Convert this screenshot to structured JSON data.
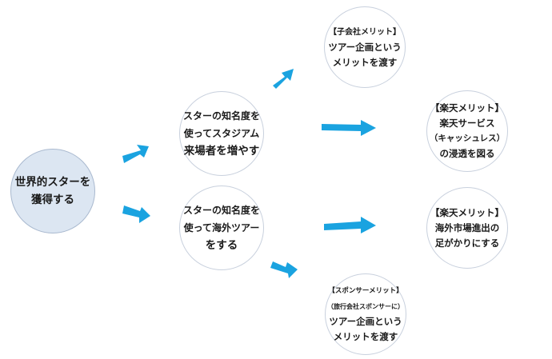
{
  "nodes": {
    "root": {
      "lines": [
        "世界的スターを",
        "獲得する"
      ]
    },
    "stadium": {
      "lines": [
        "スターの知名度を",
        "使ってスタジアム",
        "来場者を増やす"
      ]
    },
    "overseas": {
      "lines": [
        "スターの知名度を",
        "使って海外ツアー",
        "をする"
      ]
    },
    "subsidiary": {
      "lines": [
        "【子会社メリット】",
        "ツアー企画という",
        "メリットを渡す"
      ]
    },
    "rakuten_cashless": {
      "lines": [
        "【楽天メリット】",
        "楽天サービス",
        "（キャッシュレス）",
        "の浸透を図る"
      ]
    },
    "rakuten_overseas": {
      "lines": [
        "【楽天メリット】",
        "海外市場進出の",
        "足がかりにする"
      ]
    },
    "sponsor": {
      "lines": [
        "【スポンサーメリット】",
        "（旅行会社スポンサーに）",
        "ツアー企画という",
        "メリットを渡す"
      ]
    }
  },
  "colors": {
    "arrow": "#1aa3e0",
    "root_fill": "#dce6f2",
    "node_border": "#c8d0dd"
  }
}
